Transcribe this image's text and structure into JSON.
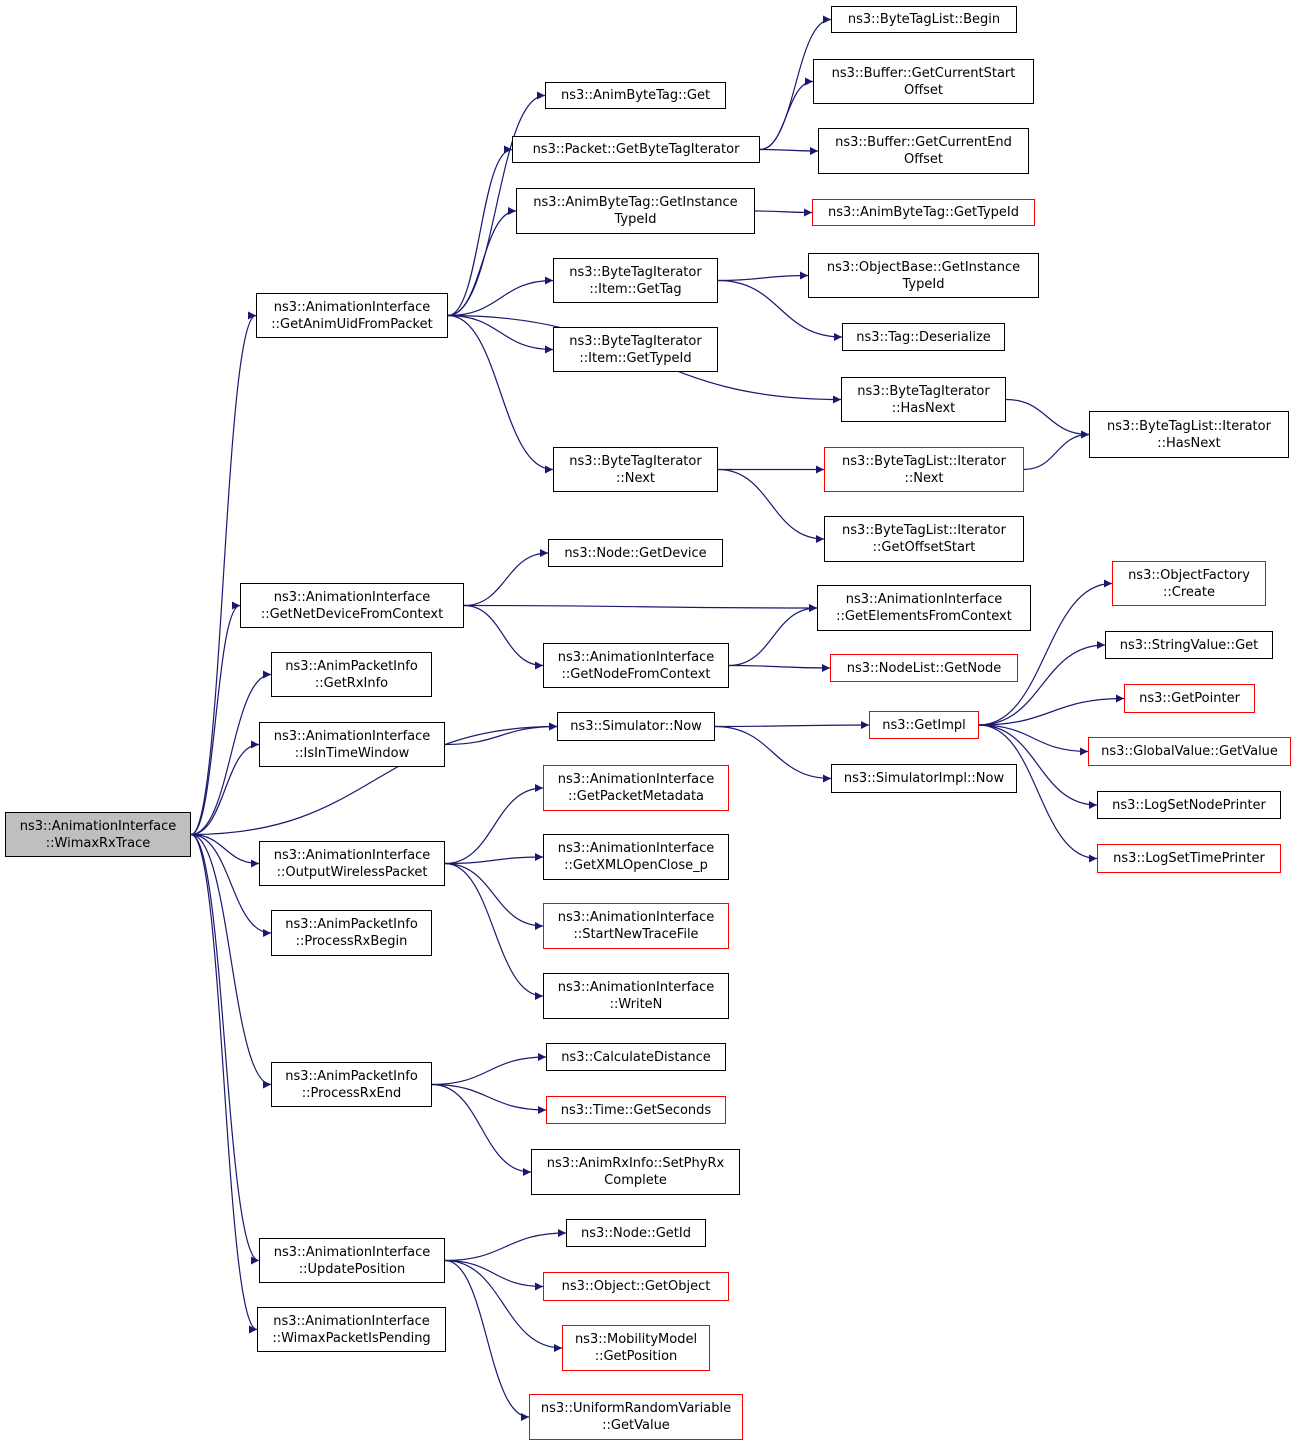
{
  "colors": {
    "edge": "#191970",
    "border": "#000000",
    "truncated_border": "#ff0000",
    "root_fill": "#bfbfbf"
  },
  "nodes": {
    "root": {
      "lines": [
        "ns3::AnimationInterface",
        "::WimaxRxTrace"
      ]
    },
    "getanimuid": {
      "lines": [
        "ns3::AnimationInterface",
        "::GetAnimUidFromPacket"
      ]
    },
    "getnetdevice": {
      "lines": [
        "ns3::AnimationInterface",
        "::GetNetDeviceFromContext"
      ]
    },
    "getrxinfo": {
      "lines": [
        "ns3::AnimPacketInfo",
        "::GetRxInfo"
      ]
    },
    "isintimewindow": {
      "lines": [
        "ns3::AnimationInterface",
        "::IsInTimeWindow"
      ]
    },
    "outputwireless": {
      "lines": [
        "ns3::AnimationInterface",
        "::OutputWirelessPacket"
      ]
    },
    "processrxbegin": {
      "lines": [
        "ns3::AnimPacketInfo",
        "::ProcessRxBegin"
      ]
    },
    "processrxend": {
      "lines": [
        "ns3::AnimPacketInfo",
        "::ProcessRxEnd"
      ]
    },
    "updateposition": {
      "lines": [
        "ns3::AnimationInterface",
        "::UpdatePosition"
      ]
    },
    "wimaxpending": {
      "lines": [
        "ns3::AnimationInterface",
        "::WimaxPacketIsPending"
      ]
    },
    "animbytetagget": {
      "lines": [
        "ns3::AnimByteTag::Get"
      ]
    },
    "getbytetagiter": {
      "lines": [
        "ns3::Packet::GetByteTagIterator"
      ]
    },
    "animbytetaginst": {
      "lines": [
        "ns3::AnimByteTag::GetInstance",
        "TypeId"
      ]
    },
    "itemgettag": {
      "lines": [
        "ns3::ByteTagIterator",
        "::Item::GetTag"
      ]
    },
    "itemgettypeid": {
      "lines": [
        "ns3::ByteTagIterator",
        "::Item::GetTypeId"
      ]
    },
    "btihasnext": {
      "lines": [
        "ns3::ByteTagIterator",
        "::HasNext"
      ]
    },
    "btinext": {
      "lines": [
        "ns3::ByteTagIterator",
        "::Next"
      ]
    },
    "btlbegin": {
      "lines": [
        "ns3::ByteTagList::Begin"
      ]
    },
    "bufstart": {
      "lines": [
        "ns3::Buffer::GetCurrentStart",
        "Offset"
      ]
    },
    "bufend": {
      "lines": [
        "ns3::Buffer::GetCurrentEnd",
        "Offset"
      ]
    },
    "abtgettypeid": {
      "lines": [
        "ns3::AnimByteTag::GetTypeId"
      ]
    },
    "objbaseinst": {
      "lines": [
        "ns3::ObjectBase::GetInstance",
        "TypeId"
      ]
    },
    "tagdeser": {
      "lines": [
        "ns3::Tag::Deserialize"
      ]
    },
    "btliterhasnext": {
      "lines": [
        "ns3::ByteTagList::Iterator",
        "::HasNext"
      ]
    },
    "btliternext": {
      "lines": [
        "ns3::ByteTagList::Iterator",
        "::Next"
      ]
    },
    "btlitergetoffset": {
      "lines": [
        "ns3::ByteTagList::Iterator",
        "::GetOffsetStart"
      ]
    },
    "nodegetdevice": {
      "lines": [
        "ns3::Node::GetDevice"
      ]
    },
    "getelements": {
      "lines": [
        "ns3::AnimationInterface",
        "::GetElementsFromContext"
      ]
    },
    "getnodefromctx": {
      "lines": [
        "ns3::AnimationInterface",
        "::GetNodeFromContext"
      ]
    },
    "nodelistgetnode": {
      "lines": [
        "ns3::NodeList::GetNode"
      ]
    },
    "simnow": {
      "lines": [
        "ns3::Simulator::Now"
      ]
    },
    "getimpl": {
      "lines": [
        "ns3::GetImpl"
      ]
    },
    "simimplnow": {
      "lines": [
        "ns3::SimulatorImpl::Now"
      ]
    },
    "objfactorycreate": {
      "lines": [
        "ns3::ObjectFactory",
        "::Create"
      ]
    },
    "stringvalueget": {
      "lines": [
        "ns3::StringValue::Get"
      ]
    },
    "getpointer": {
      "lines": [
        "ns3::GetPointer"
      ]
    },
    "globalvalueget": {
      "lines": [
        "ns3::GlobalValue::GetValue"
      ]
    },
    "logsetnode": {
      "lines": [
        "ns3::LogSetNodePrinter"
      ]
    },
    "logsettime": {
      "lines": [
        "ns3::LogSetTimePrinter"
      ]
    },
    "getpacketmeta": {
      "lines": [
        "ns3::AnimationInterface",
        "::GetPacketMetadata"
      ]
    },
    "getxmlopen": {
      "lines": [
        "ns3::AnimationInterface",
        "::GetXMLOpenClose_p"
      ]
    },
    "startnewtrace": {
      "lines": [
        "ns3::AnimationInterface",
        "::StartNewTraceFile"
      ]
    },
    "writen": {
      "lines": [
        "ns3::AnimationInterface",
        "::WriteN"
      ]
    },
    "calcdistance": {
      "lines": [
        "ns3::CalculateDistance"
      ]
    },
    "timegetseconds": {
      "lines": [
        "ns3::Time::GetSeconds"
      ]
    },
    "setphyrx": {
      "lines": [
        "ns3::AnimRxInfo::SetPhyRx",
        "Complete"
      ]
    },
    "nodegetid": {
      "lines": [
        "ns3::Node::GetId"
      ]
    },
    "objgetobject": {
      "lines": [
        "ns3::Object::GetObject"
      ]
    },
    "mobilitygetpos": {
      "lines": [
        "ns3::MobilityModel",
        "::GetPosition"
      ]
    },
    "uniformgetvalue": {
      "lines": [
        "ns3::UniformRandomVariable",
        "::GetValue"
      ]
    }
  },
  "edges": [
    [
      "root",
      "getanimuid"
    ],
    [
      "root",
      "getnetdevice"
    ],
    [
      "root",
      "getrxinfo"
    ],
    [
      "root",
      "isintimewindow"
    ],
    [
      "root",
      "simnow"
    ],
    [
      "root",
      "outputwireless"
    ],
    [
      "root",
      "processrxbegin"
    ],
    [
      "root",
      "processrxend"
    ],
    [
      "root",
      "updateposition"
    ],
    [
      "root",
      "wimaxpending"
    ],
    [
      "getanimuid",
      "animbytetagget"
    ],
    [
      "getanimuid",
      "getbytetagiter"
    ],
    [
      "getanimuid",
      "animbytetaginst"
    ],
    [
      "getanimuid",
      "itemgettag"
    ],
    [
      "getanimuid",
      "itemgettypeid"
    ],
    [
      "getanimuid",
      "btihasnext"
    ],
    [
      "getanimuid",
      "btinext"
    ],
    [
      "getbytetagiter",
      "btlbegin"
    ],
    [
      "getbytetagiter",
      "bufstart"
    ],
    [
      "getbytetagiter",
      "bufend"
    ],
    [
      "animbytetaginst",
      "abtgettypeid"
    ],
    [
      "itemgettag",
      "objbaseinst"
    ],
    [
      "itemgettag",
      "tagdeser"
    ],
    [
      "btihasnext",
      "btliterhasnext"
    ],
    [
      "btinext",
      "btliternext"
    ],
    [
      "btinext",
      "btlitergetoffset"
    ],
    [
      "btliternext",
      "btliterhasnext"
    ],
    [
      "getnetdevice",
      "nodegetdevice"
    ],
    [
      "getnetdevice",
      "getelements"
    ],
    [
      "getnetdevice",
      "getnodefromctx"
    ],
    [
      "getnodefromctx",
      "getelements"
    ],
    [
      "getnodefromctx",
      "nodelistgetnode"
    ],
    [
      "isintimewindow",
      "simnow"
    ],
    [
      "simnow",
      "getimpl"
    ],
    [
      "simnow",
      "simimplnow"
    ],
    [
      "getimpl",
      "objfactorycreate"
    ],
    [
      "getimpl",
      "stringvalueget"
    ],
    [
      "getimpl",
      "getpointer"
    ],
    [
      "getimpl",
      "globalvalueget"
    ],
    [
      "getimpl",
      "logsetnode"
    ],
    [
      "getimpl",
      "logsettime"
    ],
    [
      "outputwireless",
      "getpacketmeta"
    ],
    [
      "outputwireless",
      "getxmlopen"
    ],
    [
      "outputwireless",
      "startnewtrace"
    ],
    [
      "outputwireless",
      "writen"
    ],
    [
      "processrxend",
      "calcdistance"
    ],
    [
      "processrxend",
      "timegetseconds"
    ],
    [
      "processrxend",
      "setphyrx"
    ],
    [
      "updateposition",
      "nodegetid"
    ],
    [
      "updateposition",
      "objgetobject"
    ],
    [
      "updateposition",
      "mobilitygetpos"
    ],
    [
      "updateposition",
      "uniformgetvalue"
    ]
  ]
}
